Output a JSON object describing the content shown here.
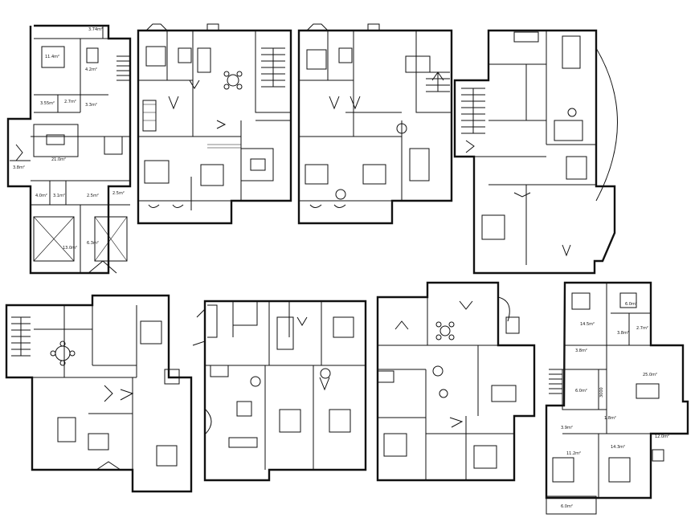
{
  "plans": [
    {
      "id": "plan-1",
      "rooms": [
        {
          "name": "room-a",
          "label": "3.74m²"
        },
        {
          "name": "room-b",
          "label": "11.4m²"
        },
        {
          "name": "room-c",
          "label": "4.2m²"
        },
        {
          "name": "room-d",
          "label": "3.55m²"
        },
        {
          "name": "room-e",
          "label": "2.7m²"
        },
        {
          "name": "room-f",
          "label": "3.3m²"
        },
        {
          "name": "room-g",
          "label": "21.0m²"
        },
        {
          "name": "room-h",
          "label": "3.8m²"
        },
        {
          "name": "room-i",
          "label": "4.0m²"
        },
        {
          "name": "room-j",
          "label": "3.1m²"
        },
        {
          "name": "room-k",
          "label": "2.5m²"
        },
        {
          "name": "room-l",
          "label": "2.5m²"
        },
        {
          "name": "room-m",
          "label": "13.0m²"
        },
        {
          "name": "room-n",
          "label": "6.3m²"
        }
      ]
    },
    {
      "id": "plan-8",
      "rooms": [
        {
          "name": "room-a",
          "label": "14.5m²"
        },
        {
          "name": "room-b",
          "label": "6.0m²"
        },
        {
          "name": "room-c",
          "label": "3.8m²"
        },
        {
          "name": "room-d",
          "label": "2.7m²"
        },
        {
          "name": "room-e",
          "label": "3.8m²"
        },
        {
          "name": "room-f",
          "label": "25.0m²"
        },
        {
          "name": "room-g",
          "label": "6.0m²"
        },
        {
          "name": "room-h",
          "label": "3000"
        },
        {
          "name": "room-i",
          "label": "1.8m²"
        },
        {
          "name": "room-j",
          "label": "3.9m²"
        },
        {
          "name": "room-k",
          "label": "14.3m²"
        },
        {
          "name": "room-l",
          "label": "12.0m²"
        },
        {
          "name": "room-m",
          "label": "11.2m²"
        },
        {
          "name": "room-n",
          "label": "6.0m²"
        }
      ]
    }
  ],
  "colors": {
    "line": "#111111",
    "background": "#ffffff"
  }
}
